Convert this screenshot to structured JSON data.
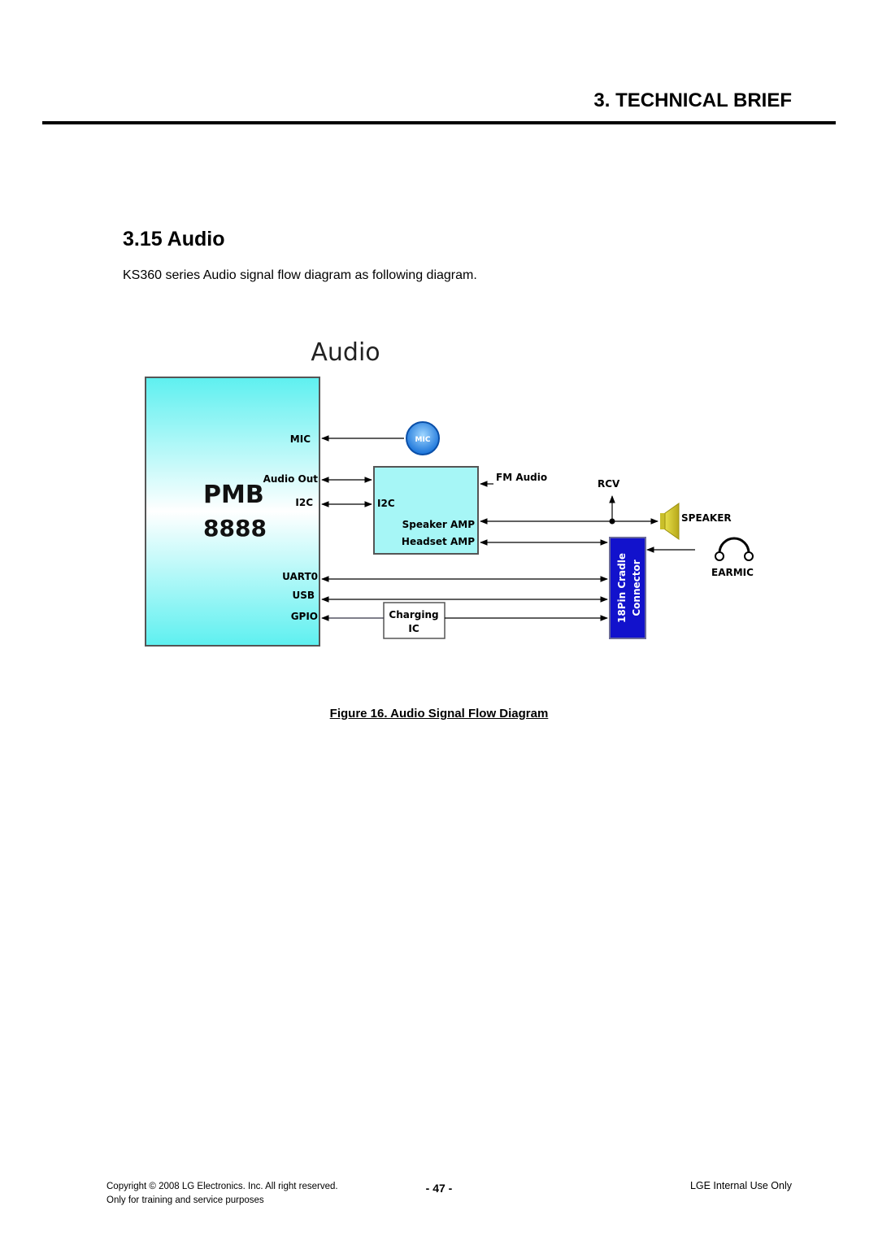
{
  "header": {
    "chapter_title": "3. TECHNICAL BRIEF"
  },
  "section": {
    "title": "3.15 Audio",
    "intro": "KS360 series Audio signal flow diagram as following diagram."
  },
  "diagram": {
    "title": "Audio",
    "chip": {
      "name": "PMB",
      "number": "8888"
    },
    "pins": {
      "mic": "MIC",
      "audio_out": "Audio Out",
      "i2c": "I2C",
      "uart0": "UART0",
      "usb": "USB",
      "gpio": "GPIO"
    },
    "mic_icon": "MIC",
    "amp": {
      "i2c": "I2C",
      "speaker_amp": "Speaker AMP",
      "headset_amp": "Headset AMP"
    },
    "fm_audio": "FM Audio",
    "rcv": "RCV",
    "speaker": "SPEAKER",
    "earmic": "EARMIC",
    "connector": {
      "line1": "18Pin Cradle",
      "line2": "Connector"
    },
    "charging": {
      "line1": "Charging",
      "line2": "IC"
    },
    "colors": {
      "chip_fill": "#5ef0f0",
      "amp_fill": "#a6f6f6",
      "connector_fill": "#1212cc",
      "line": "#000000"
    }
  },
  "figure_caption": "Figure 16. Audio Signal Flow Diagram",
  "footer": {
    "copyright": "Copyright © 2008 LG Electronics. Inc.  All right reserved.",
    "purpose": "Only for training and service purposes",
    "page_number": "- 47 -",
    "internal": "LGE Internal Use Only"
  }
}
